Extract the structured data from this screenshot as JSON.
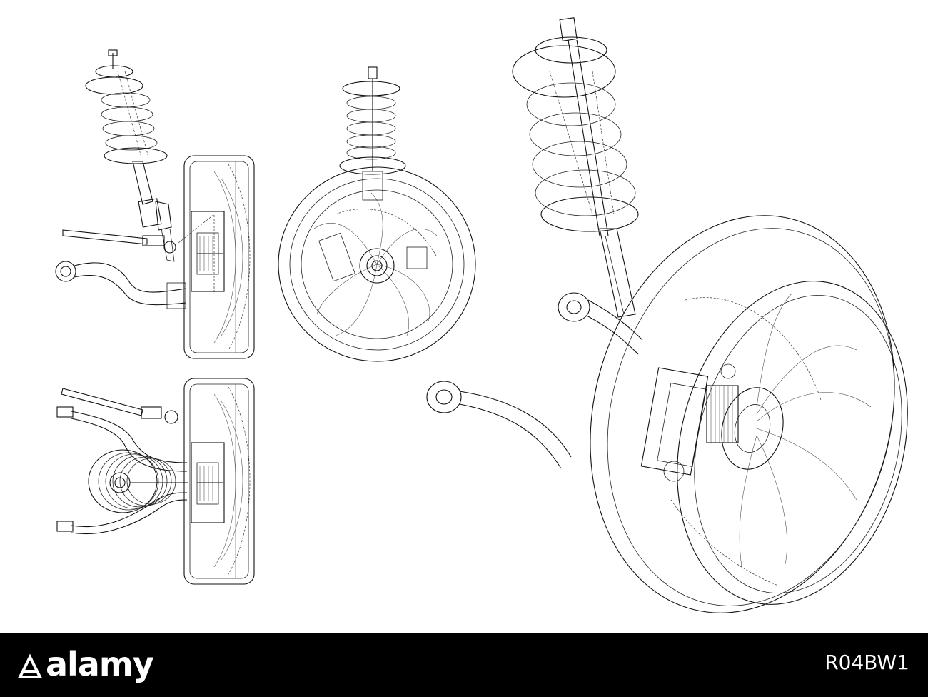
{
  "illustration": {
    "subject": "car-suspension-wireframe",
    "views": [
      "side-view-top",
      "front-view",
      "side-view-bottom",
      "perspective-view"
    ],
    "line_color": "#111111",
    "background_color": "#ffffff"
  },
  "footer": {
    "brand": "alamy",
    "image_id": "R04BW1",
    "background_color": "#000000",
    "text_color": "#ffffff"
  }
}
